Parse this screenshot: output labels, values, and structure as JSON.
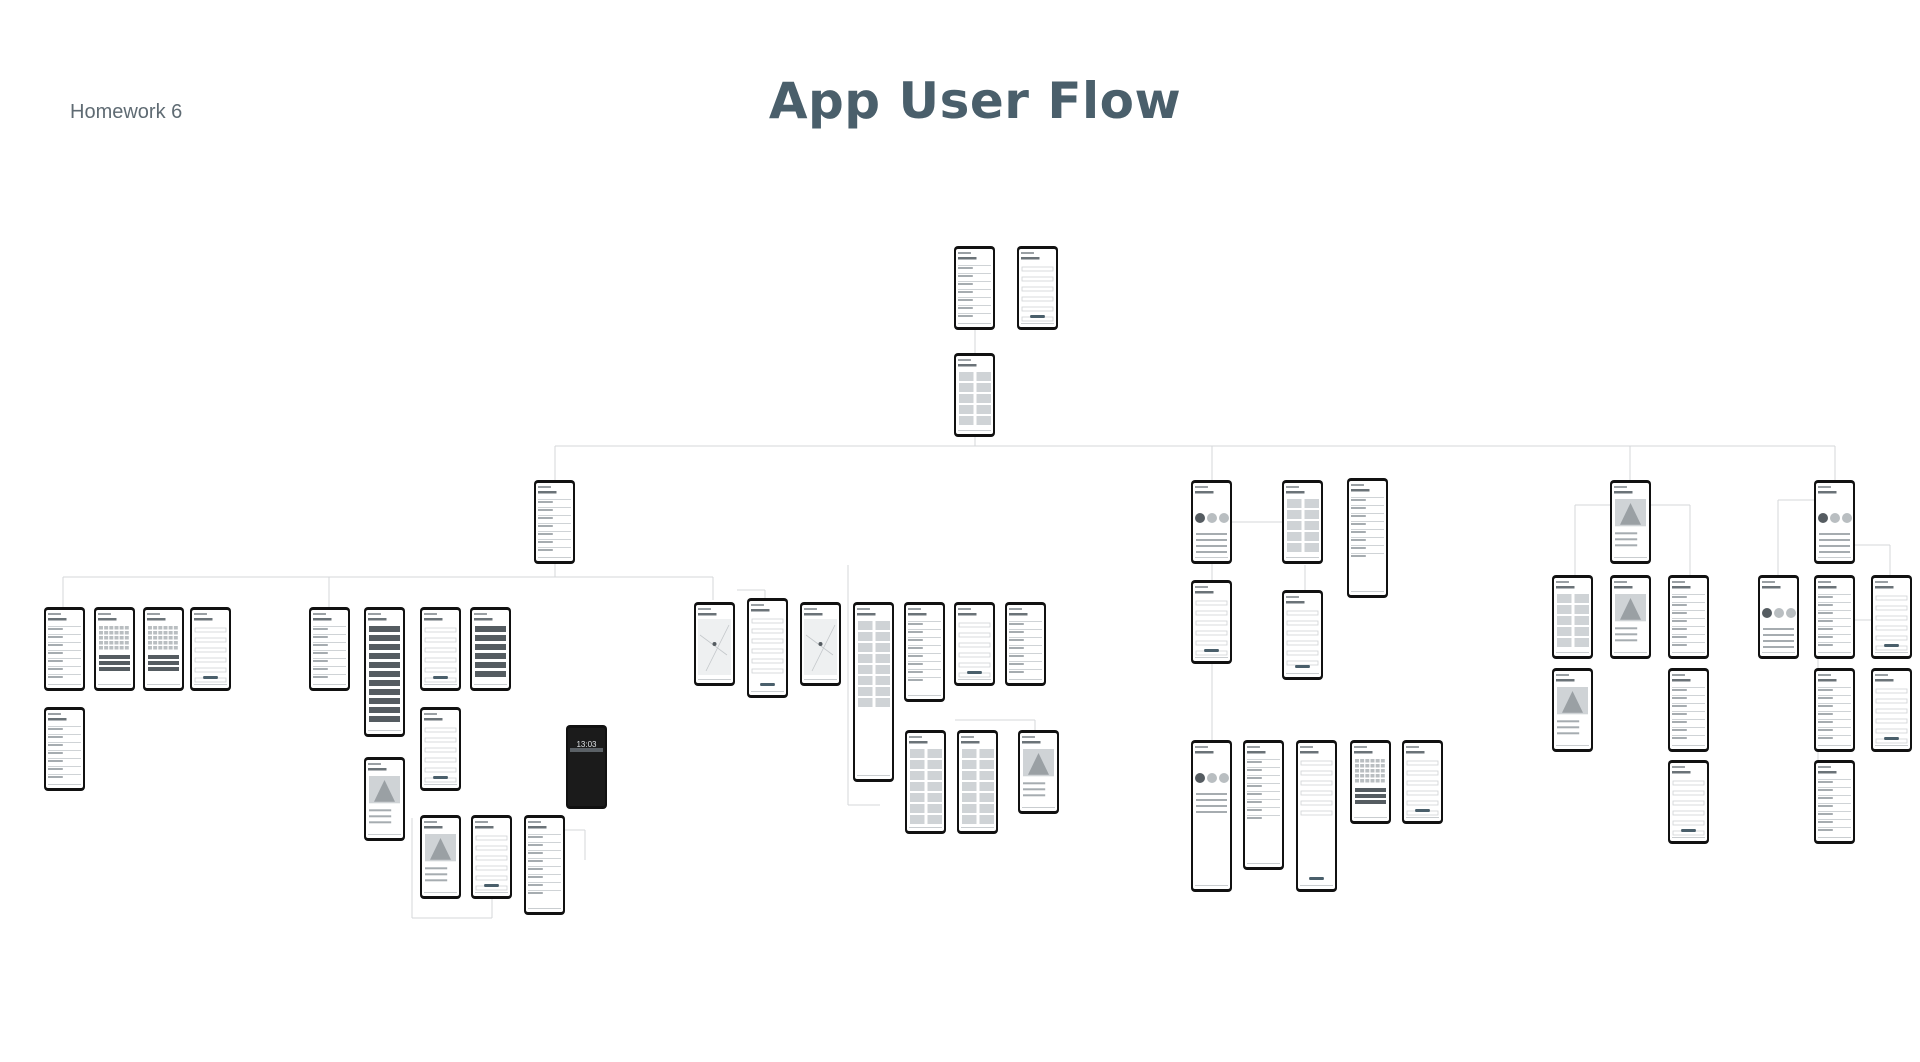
{
  "header": {
    "subtitle": "Homework 6",
    "title": "App User Flow"
  },
  "lock_screen_time": "13:03",
  "colors": {
    "title": "#4a5f6b",
    "subtitle": "#5f6b73",
    "phone_frame": "#111111",
    "connector": "#d4d7da",
    "screen_bg": "#ffffff",
    "block_dark": "#555c61",
    "block_light": "#cfd3d6",
    "accent": "#4a5f6b"
  }
}
